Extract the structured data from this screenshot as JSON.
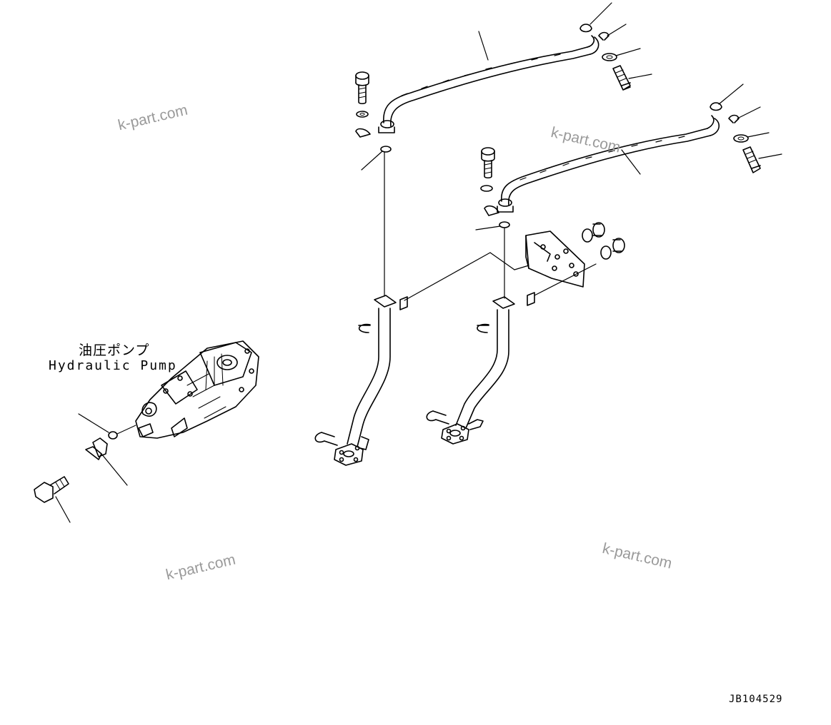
{
  "labels": {
    "pump_japanese": "油圧ポンプ",
    "pump_english": "Hydraulic Pump",
    "drawing_code": "JB104529"
  },
  "watermarks": [
    "k-part.com",
    "k-part.com",
    "k-part.com",
    "k-part.com"
  ],
  "colors": {
    "line": "#000000",
    "watermark": "#9a9a9a",
    "background": "#ffffff"
  },
  "icons": [
    "hose-assembly",
    "bolt",
    "washer",
    "clamp-half",
    "o-ring",
    "tube-pipe",
    "u-bolt",
    "flange-block",
    "bracket-plate",
    "hydraulic-pump"
  ]
}
